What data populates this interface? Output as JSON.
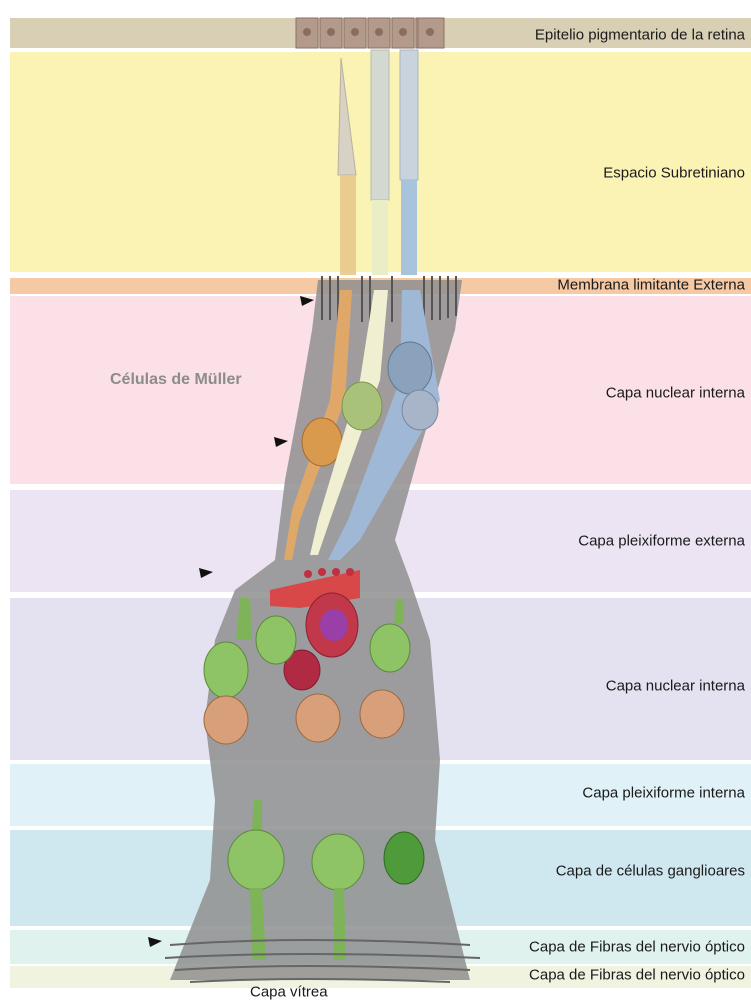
{
  "layers": [
    {
      "label": "Epitelio pigmentario de la retina",
      "color": "#d9cfb4"
    },
    {
      "label": "Espacio Subretiniano",
      "color": "#fbf3b4"
    },
    {
      "label": "Membrana limitante Externa",
      "color": "#f5c9a4"
    },
    {
      "label": "Capa nuclear interna",
      "color": "#fbe0e8"
    },
    {
      "label": "Capa pleixiforme externa",
      "color": "#ece4f2"
    },
    {
      "label": "Capa nuclear interna",
      "color": "#e4e2f1"
    },
    {
      "label": "Capa pleixiforme interna",
      "color": "#e0f1f7"
    },
    {
      "label": "Capa de células ganglioares",
      "color": "#cfe8f0"
    },
    {
      "label": "Capa de Fibras del nervio óptico",
      "color": "#dff2ee"
    },
    {
      "label": "Capa de Fibras del nervio óptico",
      "color": "#eff3df"
    }
  ],
  "side_label": "Células de Müller",
  "bottom_label": "Capa vítrea"
}
